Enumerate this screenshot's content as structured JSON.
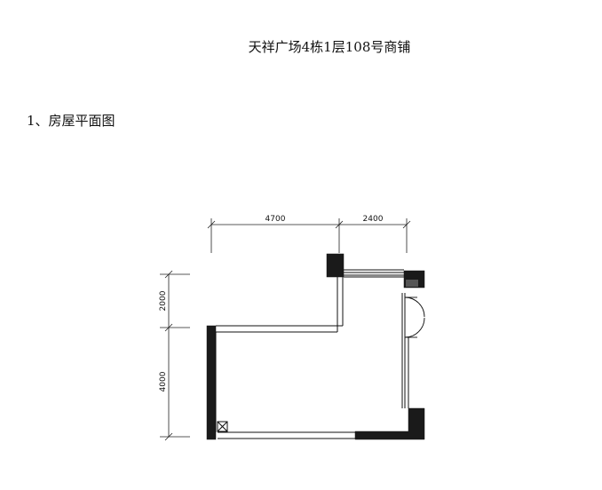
{
  "title": "天祥广场4栋1层108号商铺",
  "section_heading": "1、房屋平面图",
  "floor_plan": {
    "top_dimensions": [
      "4700",
      "2400"
    ],
    "left_dimensions": [
      "2000",
      "4000"
    ]
  }
}
